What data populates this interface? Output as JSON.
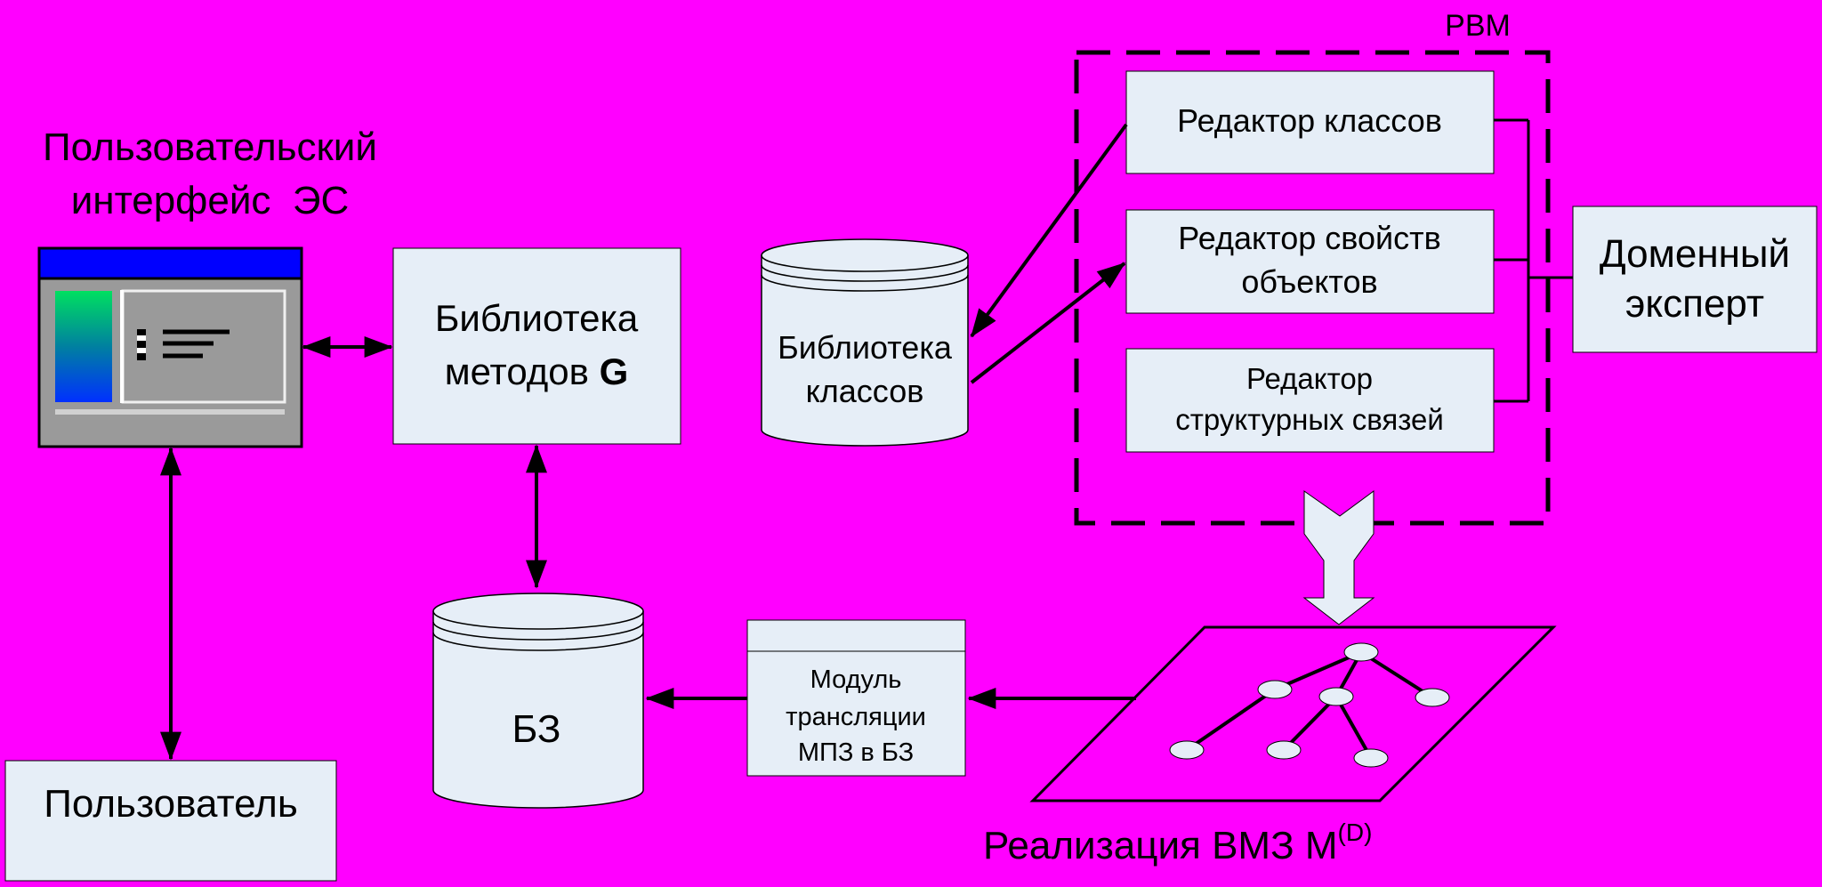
{
  "colors": {
    "background": "#FF00FF",
    "box_fill": "#E6EEF7",
    "stroke": "#000000",
    "window_titlebar": "#0000FF",
    "window_body": "#9A9A9A",
    "fat_arrow": "#E6EEF7"
  },
  "ui_label": {
    "line1": "Пользовательский",
    "line2": "интерфейс  ЭС"
  },
  "library_methods": {
    "line1": "Библиотека",
    "line2": "методов ",
    "bold": "G"
  },
  "class_library": {
    "line1": "Библиотека",
    "line2": "классов"
  },
  "kb": {
    "label": "БЗ"
  },
  "user": {
    "label": "Пользователь"
  },
  "rvm": {
    "label": "РВМ",
    "class_editor": "Редактор классов",
    "props_editor": {
      "line1": "Редактор свойств",
      "line2": "объектов"
    },
    "links_editor": {
      "line1": "Редактор",
      "line2": "структурных связей"
    }
  },
  "expert": {
    "line1": "Доменный",
    "line2": "эксперт"
  },
  "translation": {
    "line1": "Модуль",
    "line2": "трансляции",
    "line3": "МПЗ в БЗ"
  },
  "realization": {
    "main": "Реализация ВМЗ М",
    "sup": "(D)"
  }
}
